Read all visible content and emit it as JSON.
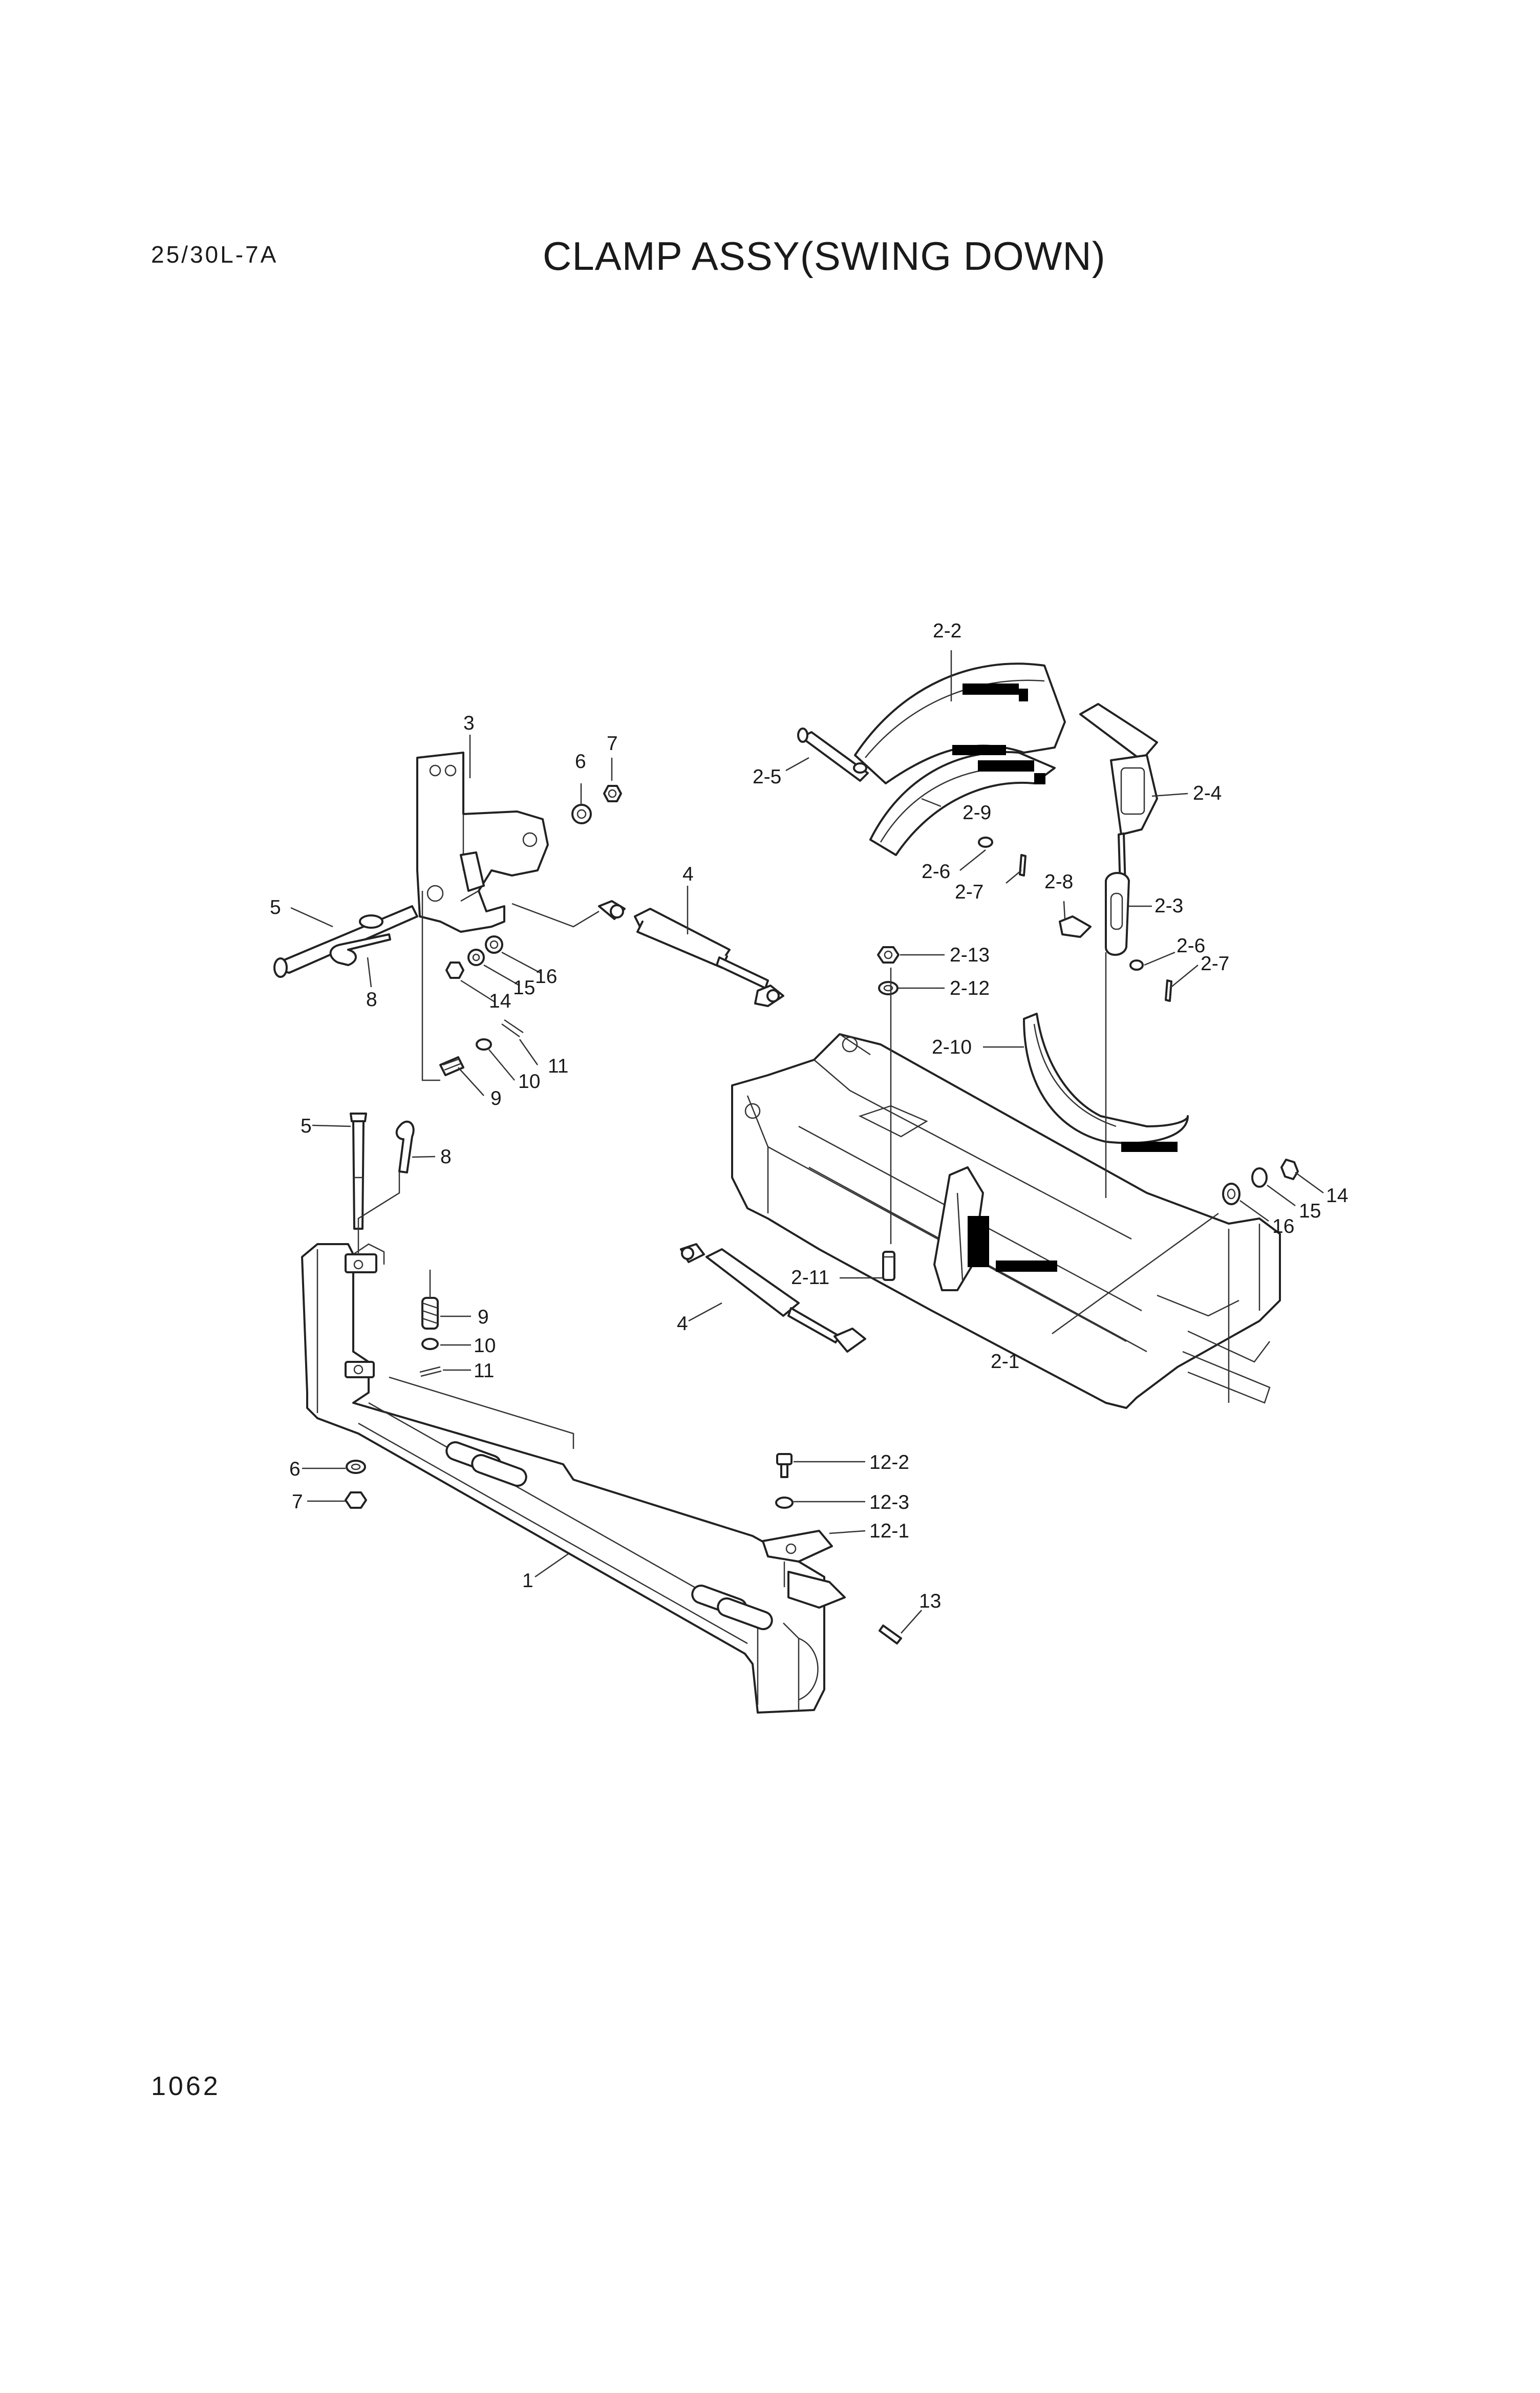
{
  "header": {
    "model_code": "25/30L-7A",
    "title": "CLAMP ASSY(SWING DOWN)"
  },
  "footer": {
    "page_number": "1062"
  },
  "callouts": {
    "c_2_2": "2-2",
    "c_2_5": "2-5",
    "c_2_9": "2-9",
    "c_2_4": "2-4",
    "c_2_6a": "2-6",
    "c_2_7a": "2-7",
    "c_2_8": "2-8",
    "c_2_3": "2-3",
    "c_2_6b": "2-6",
    "c_2_7b": "2-7",
    "c_2_13": "2-13",
    "c_2_12": "2-12",
    "c_2_10": "2-10",
    "c_2_11": "2-11",
    "c_2_1": "2-1",
    "c_3": "3",
    "c_6a": "6",
    "c_7a": "7",
    "c_4a": "4",
    "c_5a": "5",
    "c_8a": "8",
    "c_16a": "16",
    "c_15a": "15",
    "c_14a": "14",
    "c_11a": "11",
    "c_10a": "10",
    "c_9a": "9",
    "c_5b": "5",
    "c_8b": "8",
    "c_9b": "9",
    "c_10b": "10",
    "c_11b": "11",
    "c_4b": "4",
    "c_6b": "6",
    "c_7b": "7",
    "c_1": "1",
    "c_12_2": "12-2",
    "c_12_3": "12-3",
    "c_12_1": "12-1",
    "c_13": "13",
    "c_16b": "16",
    "c_15b": "15",
    "c_14b": "14"
  }
}
